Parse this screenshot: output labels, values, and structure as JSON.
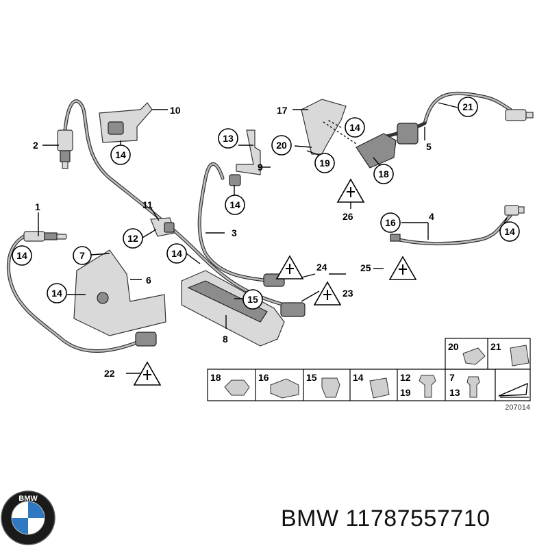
{
  "callouts": [
    {
      "label": "1"
    },
    {
      "label": "2"
    },
    {
      "label": "3"
    },
    {
      "label": "4"
    },
    {
      "label": "5"
    },
    {
      "label": "6"
    },
    {
      "label": "7"
    },
    {
      "label": "8"
    },
    {
      "label": "9"
    },
    {
      "label": "10"
    },
    {
      "label": "11"
    },
    {
      "label": "12"
    },
    {
      "label": "13"
    },
    {
      "label": "14"
    },
    {
      "label": "15"
    },
    {
      "label": "16"
    },
    {
      "label": "17"
    },
    {
      "label": "18"
    },
    {
      "label": "19"
    },
    {
      "label": "20"
    },
    {
      "label": "21"
    },
    {
      "label": "22"
    },
    {
      "label": "23"
    },
    {
      "label": "24"
    },
    {
      "label": "25"
    },
    {
      "label": "26"
    }
  ],
  "legend": {
    "cells": [
      "18",
      "16",
      "15",
      "14",
      "12",
      "19",
      "7",
      "13",
      "20",
      "21"
    ]
  },
  "diagram_number": "207014",
  "brand": {
    "logo_letters": "BMW",
    "part_text": "BMW 11787557710"
  },
  "colors": {
    "line": "#000000",
    "part_fill": "#d9d9d9",
    "logo_blue": "#2f79c3",
    "logo_ring": "#1a1a1a"
  }
}
